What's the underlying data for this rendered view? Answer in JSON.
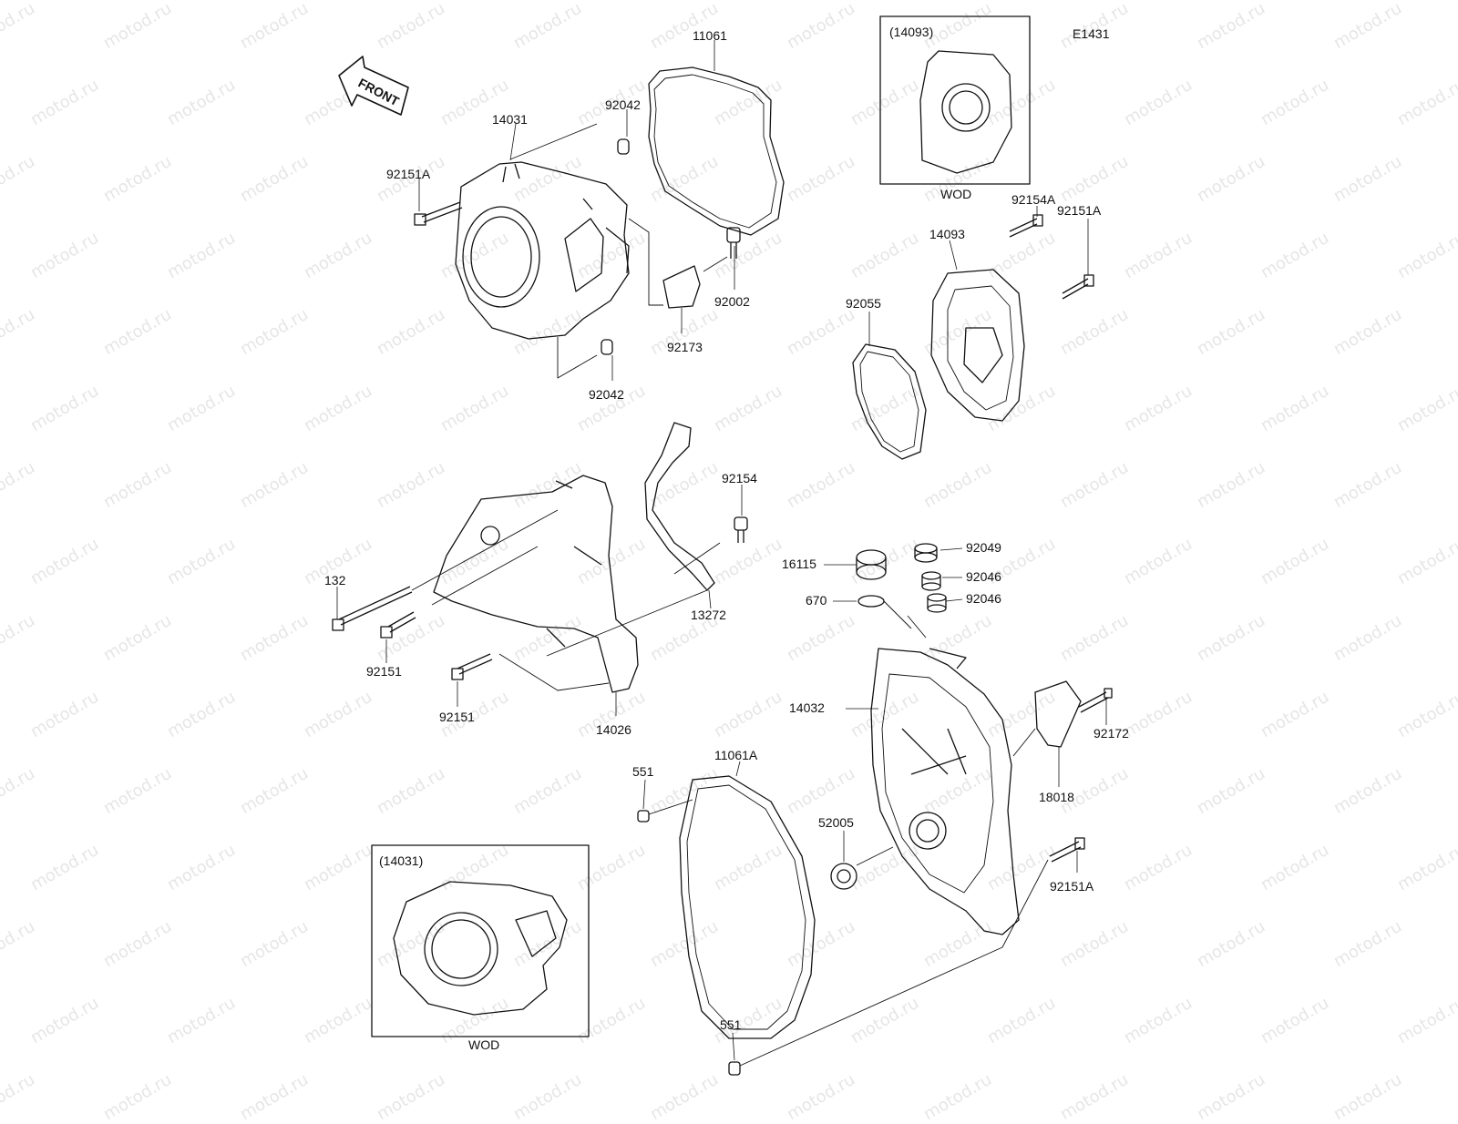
{
  "diagram_code": "E1431",
  "watermark": "motod.ru",
  "front_label": "FRONT",
  "inset_top": {
    "ref": "(14093)",
    "caption": "WOD"
  },
  "inset_bottom": {
    "ref": "(14031)",
    "caption": "WOD"
  },
  "parts": [
    "11061",
    "92042",
    "14031",
    "92151A",
    "92002",
    "92173",
    "92042",
    "14093",
    "92154A",
    "92151A",
    "92055",
    "92154",
    "132",
    "92151",
    "92151",
    "14026",
    "13272",
    "92049",
    "16115",
    "92046",
    "670",
    "92046",
    "14032",
    "92172",
    "18018",
    "551",
    "11061A",
    "52005",
    "92151A",
    "551"
  ]
}
